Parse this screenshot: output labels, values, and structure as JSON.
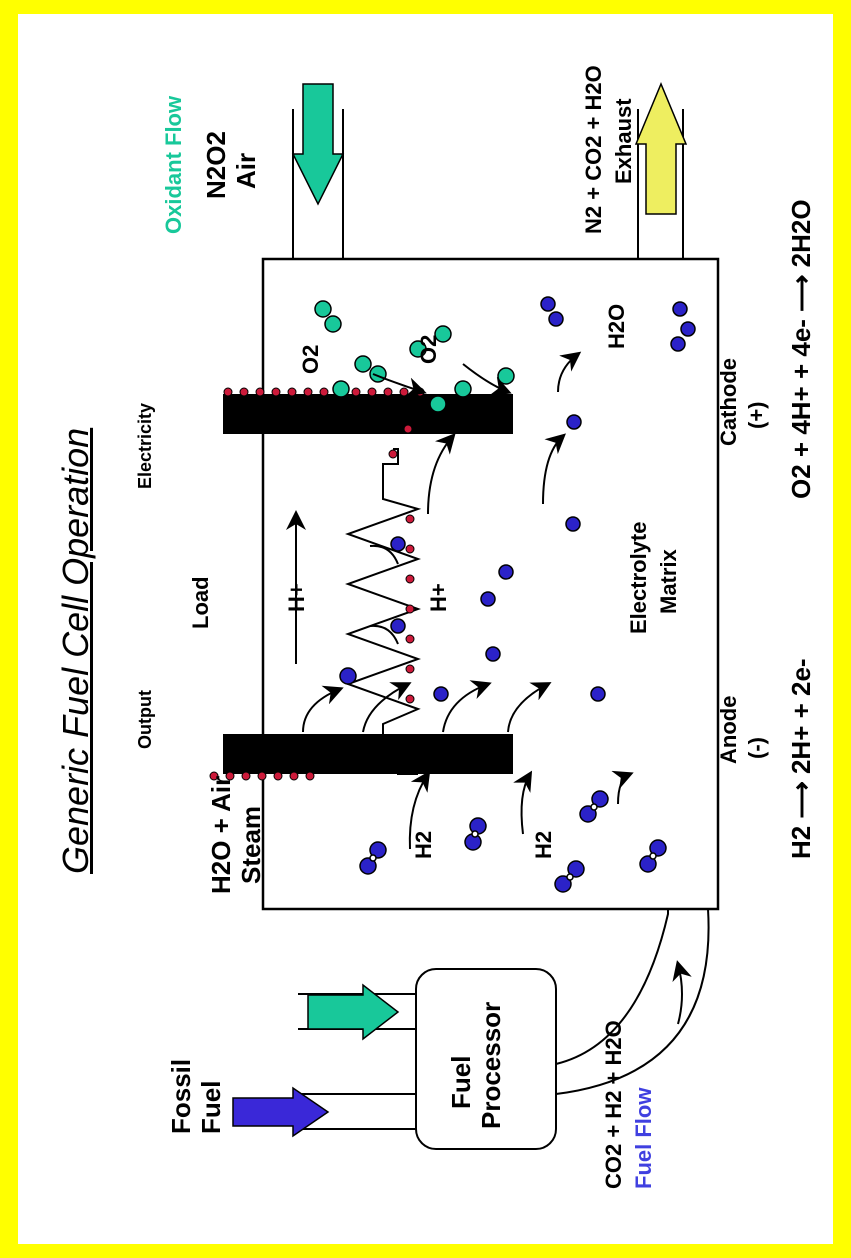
{
  "title": "Generic Fuel Cell Operation",
  "labels": {
    "oxidant_flow": "Oxidant Flow",
    "fuel_flow": "Fuel Flow",
    "fossil": "Fossil",
    "fuel": "Fuel",
    "steam": "Steam",
    "h2o_air": "H2O + Air",
    "fuel_processor_line1": "Fuel",
    "fuel_processor_line2": "Processor",
    "reformate": "CO2 + H2 + H2O",
    "anode": "Anode",
    "anode_sign": "(-)",
    "cathode": "Cathode",
    "cathode_sign": "(+)",
    "electrolyte_line1": "Electrolyte",
    "electrolyte_line2": "Matrix",
    "load": "Load",
    "output": "Output",
    "electricity": "Electricity",
    "air": "Air",
    "n2o2": "N2O2",
    "exhaust": "Exhaust",
    "exhaust_products": "N2 + CO2 + H2O",
    "h2": "H2",
    "o2": "O2",
    "h2o": "H2O",
    "hplus": "H+",
    "anode_reaction": "H2 ⟶ 2H+ + 2e-",
    "cathode_reaction": "O2 + 4H+ + 4e- ⟶ 2H2O"
  },
  "colors": {
    "background": "#ffff00",
    "panel": "#000000",
    "oxidant_green": "#18c89a",
    "fuel_blue": "#3a28d8",
    "ion_blue": "#2b22c8",
    "exhaust_yellow": "#eeee60",
    "electron_red": "#cc1a3a"
  }
}
